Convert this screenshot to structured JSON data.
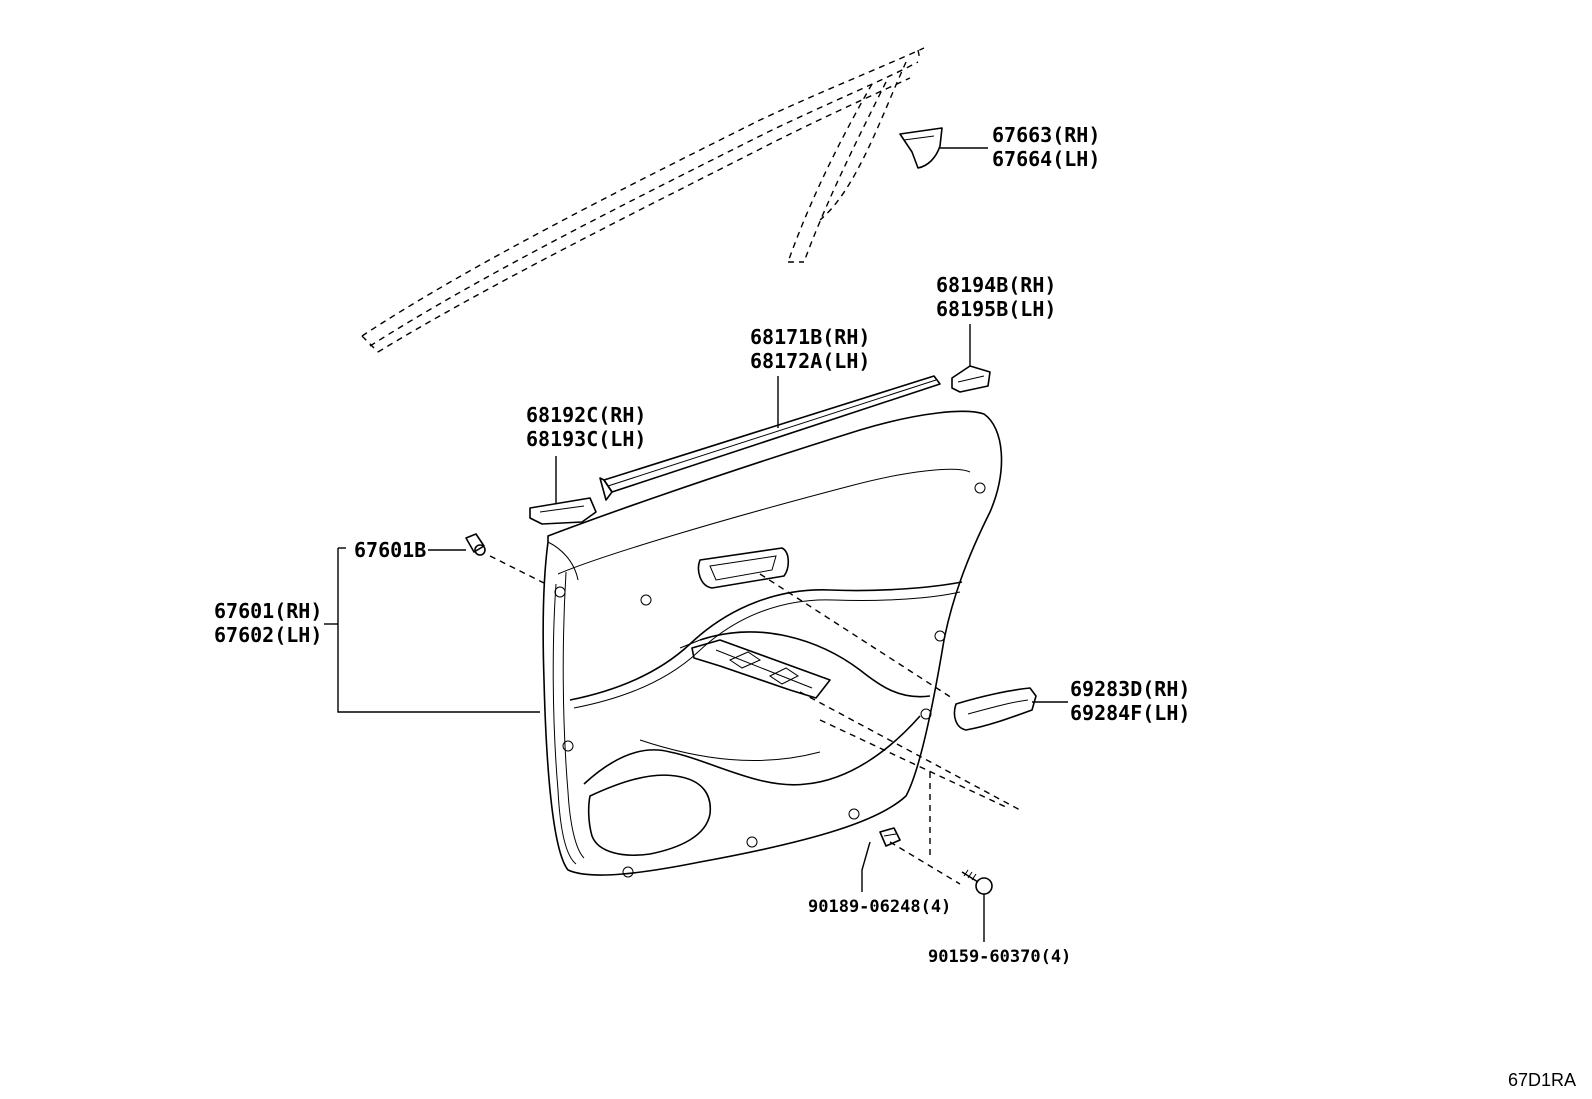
{
  "labels": {
    "p67663": "67663(RH)",
    "p67664": "67664(LH)",
    "p68194b": "68194B(RH)",
    "p68195b": "68195B(LH)",
    "p68171b": "68171B(RH)",
    "p68172a": "68172A(LH)",
    "p68192c": "68192C(RH)",
    "p68193c": "68193C(LH)",
    "p67601b": "67601B",
    "p67601": "67601(RH)",
    "p67602": "67602(LH)",
    "p69283d": "69283D(RH)",
    "p69284f": "69284F(LH)",
    "p90189": "90189-06248(4)",
    "p90159": "90159-60370(4)"
  },
  "diagram_code": "67D1RA"
}
